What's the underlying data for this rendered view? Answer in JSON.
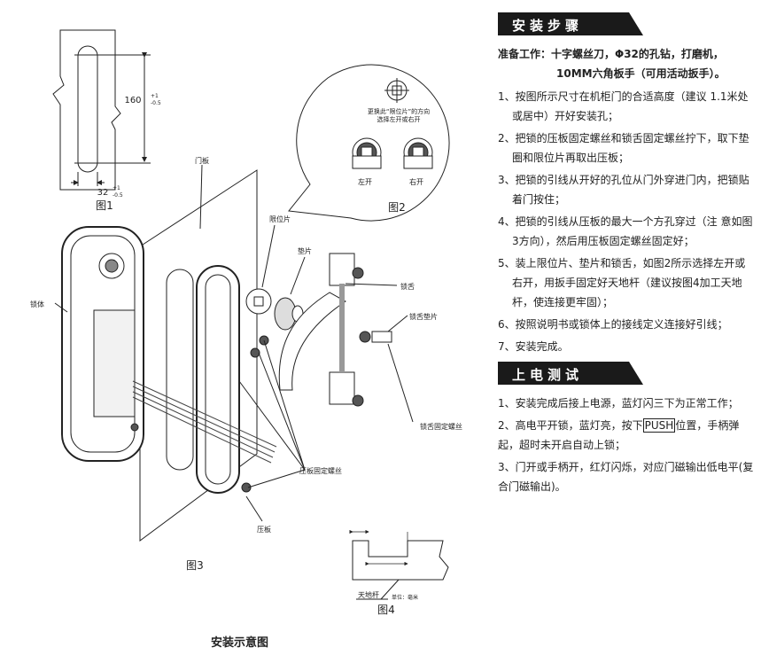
{
  "figure1": {
    "height_dim": "160",
    "height_tol_top": "+1",
    "height_tol_bot": "-0.5",
    "width_dim": "32",
    "width_tol_top": "+1",
    "width_tol_bot": "-0.5",
    "label": "图1"
  },
  "figure2": {
    "note_line1": "更换此“限位片”的方向",
    "note_line2": "选择左开或右开",
    "left_label": "左开",
    "right_label": "右开",
    "label": "图2"
  },
  "figure3": {
    "label": "图3",
    "parts": {
      "door_panel": "门板",
      "lock_body": "锁体",
      "limit_plate": "限位片",
      "gasket": "垫片",
      "lock_tongue": "锁舌",
      "tongue_gasket": "锁舌垫片",
      "tongue_screw": "锁舌固定螺丝",
      "plate_screw": "压板固定螺丝",
      "press_plate": "压板"
    }
  },
  "figure4": {
    "rod_label": "天地杆",
    "unit": "单位：毫米",
    "label": "图4"
  },
  "caption": "安装示意图",
  "install": {
    "title": "安装步骤",
    "prep_line1": "准备工作：十字螺丝刀，Φ32的孔钻，打磨机，",
    "prep_line2": "10MM六角板手（可用活动扳手）。",
    "steps": [
      "1、按图所示尺寸在机柜门的合适高度（建议 1.1米处或居中）开好安装孔；",
      "2、把锁的压板固定螺丝和锁舌固定螺丝拧下，取下垫圈和限位片再取出压板；",
      "3、把锁的引线从开好的孔位从门外穿进门内，把锁贴着门按住；",
      "4、把锁的引线从压板的最大一个方孔穿过（注 意如图3方向），然后用压板固定螺丝固定好；",
      "5、装上限位片、垫片和锁舌，如图2所示选择左开或右开，用扳手固定好天地杆（建议按图4加工天地杆，使连接更牢固）；",
      "6、按照说明书或锁体上的接线定义连接好引线；",
      "7、安装完成。"
    ]
  },
  "test": {
    "title": "上电测试",
    "line1": "1、安装完成后接上电源，蓝灯闪三下为正常工作；",
    "line2_a": "2、高电平开锁，蓝灯亮，按下",
    "line2_push": "PUSH",
    "line2_b": "位置，手柄弹起，超时未开启自动上锁；",
    "line3": "3、门开或手柄开，红灯闪烁，对应门磁输出低电平(复合门磁输出)。"
  }
}
